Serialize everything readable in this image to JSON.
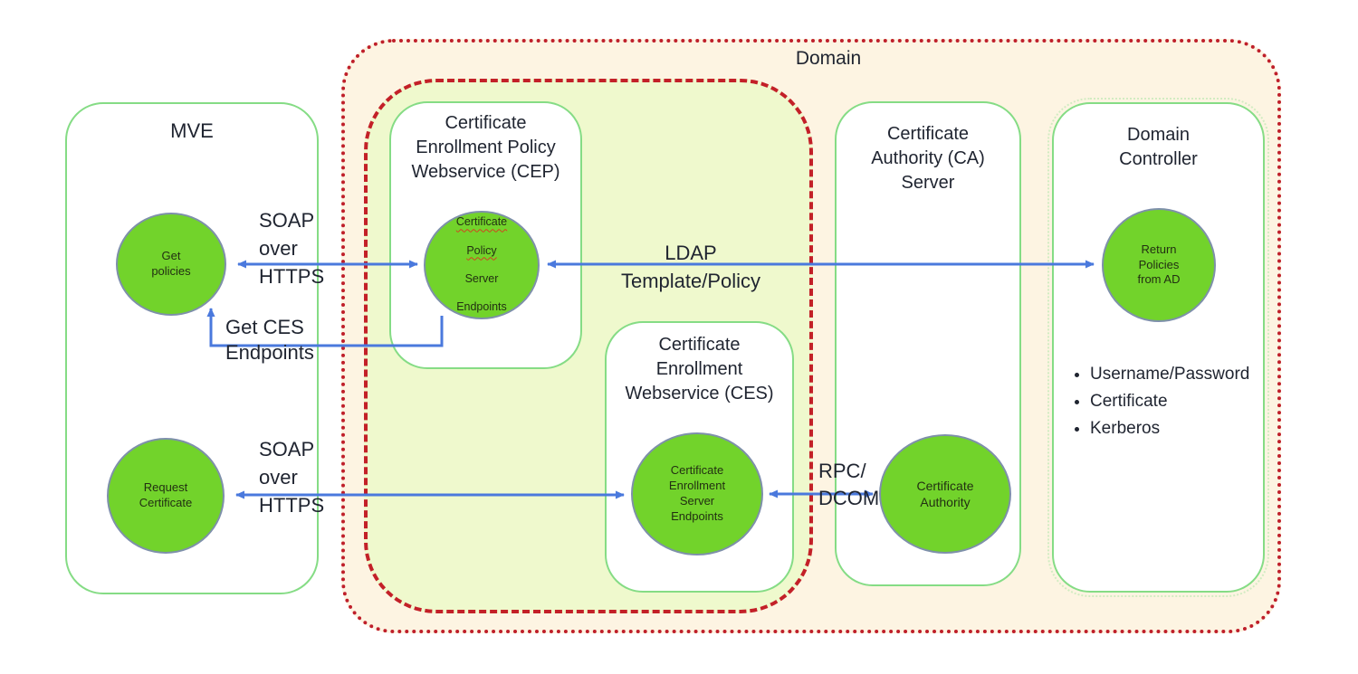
{
  "domain": {
    "label": "Domain"
  },
  "boxes": {
    "mve": {
      "title": "MVE"
    },
    "cep": {
      "title": "Certificate\nEnrollment Policy\nWebservice (CEP)"
    },
    "ces": {
      "title": "Certificate\nEnrollment\nWebservice (CES)"
    },
    "ca": {
      "title": "Certificate\nAuthority (CA)\nServer"
    },
    "dc": {
      "title": "Domain\nController"
    }
  },
  "circles": {
    "get_policies": "Get\npolicies",
    "request_certificate": "Request\nCertificate",
    "cep_endpoints": [
      "Certificate",
      "Policy",
      "Server",
      "Endpoints"
    ],
    "ces_endpoints": "Certificate\nEnrollment\nServer\nEndpoints",
    "certificate_authority": "Certificate\nAuthority",
    "return_policies": "Return\nPolicies\nfrom AD"
  },
  "edge_labels": {
    "soap_https_top": "SOAP\nover\nHTTPS",
    "get_ces_endpoints": "Get CES\nEndpoints",
    "ldap_template_policy": "LDAP\nTemplate/Policy",
    "soap_https_bottom": "SOAP\nover\nHTTPS",
    "rpc_dcom": "RPC/\nDCOM"
  },
  "dc_auth_methods": [
    "Username/Password",
    "Certificate",
    "Kerberos"
  ],
  "colors": {
    "circle_green": "#72d32b",
    "box_border_green": "#85dc85",
    "outer_domain_bg": "#fdf4e2",
    "inner_zone_bg": "#eff9cd",
    "domain_border_red": "#bf1f2a",
    "arrow_blue": "#4a79dd",
    "text_dark": "#1f2430",
    "spellcheck_wavy_red": "#d2421f"
  }
}
